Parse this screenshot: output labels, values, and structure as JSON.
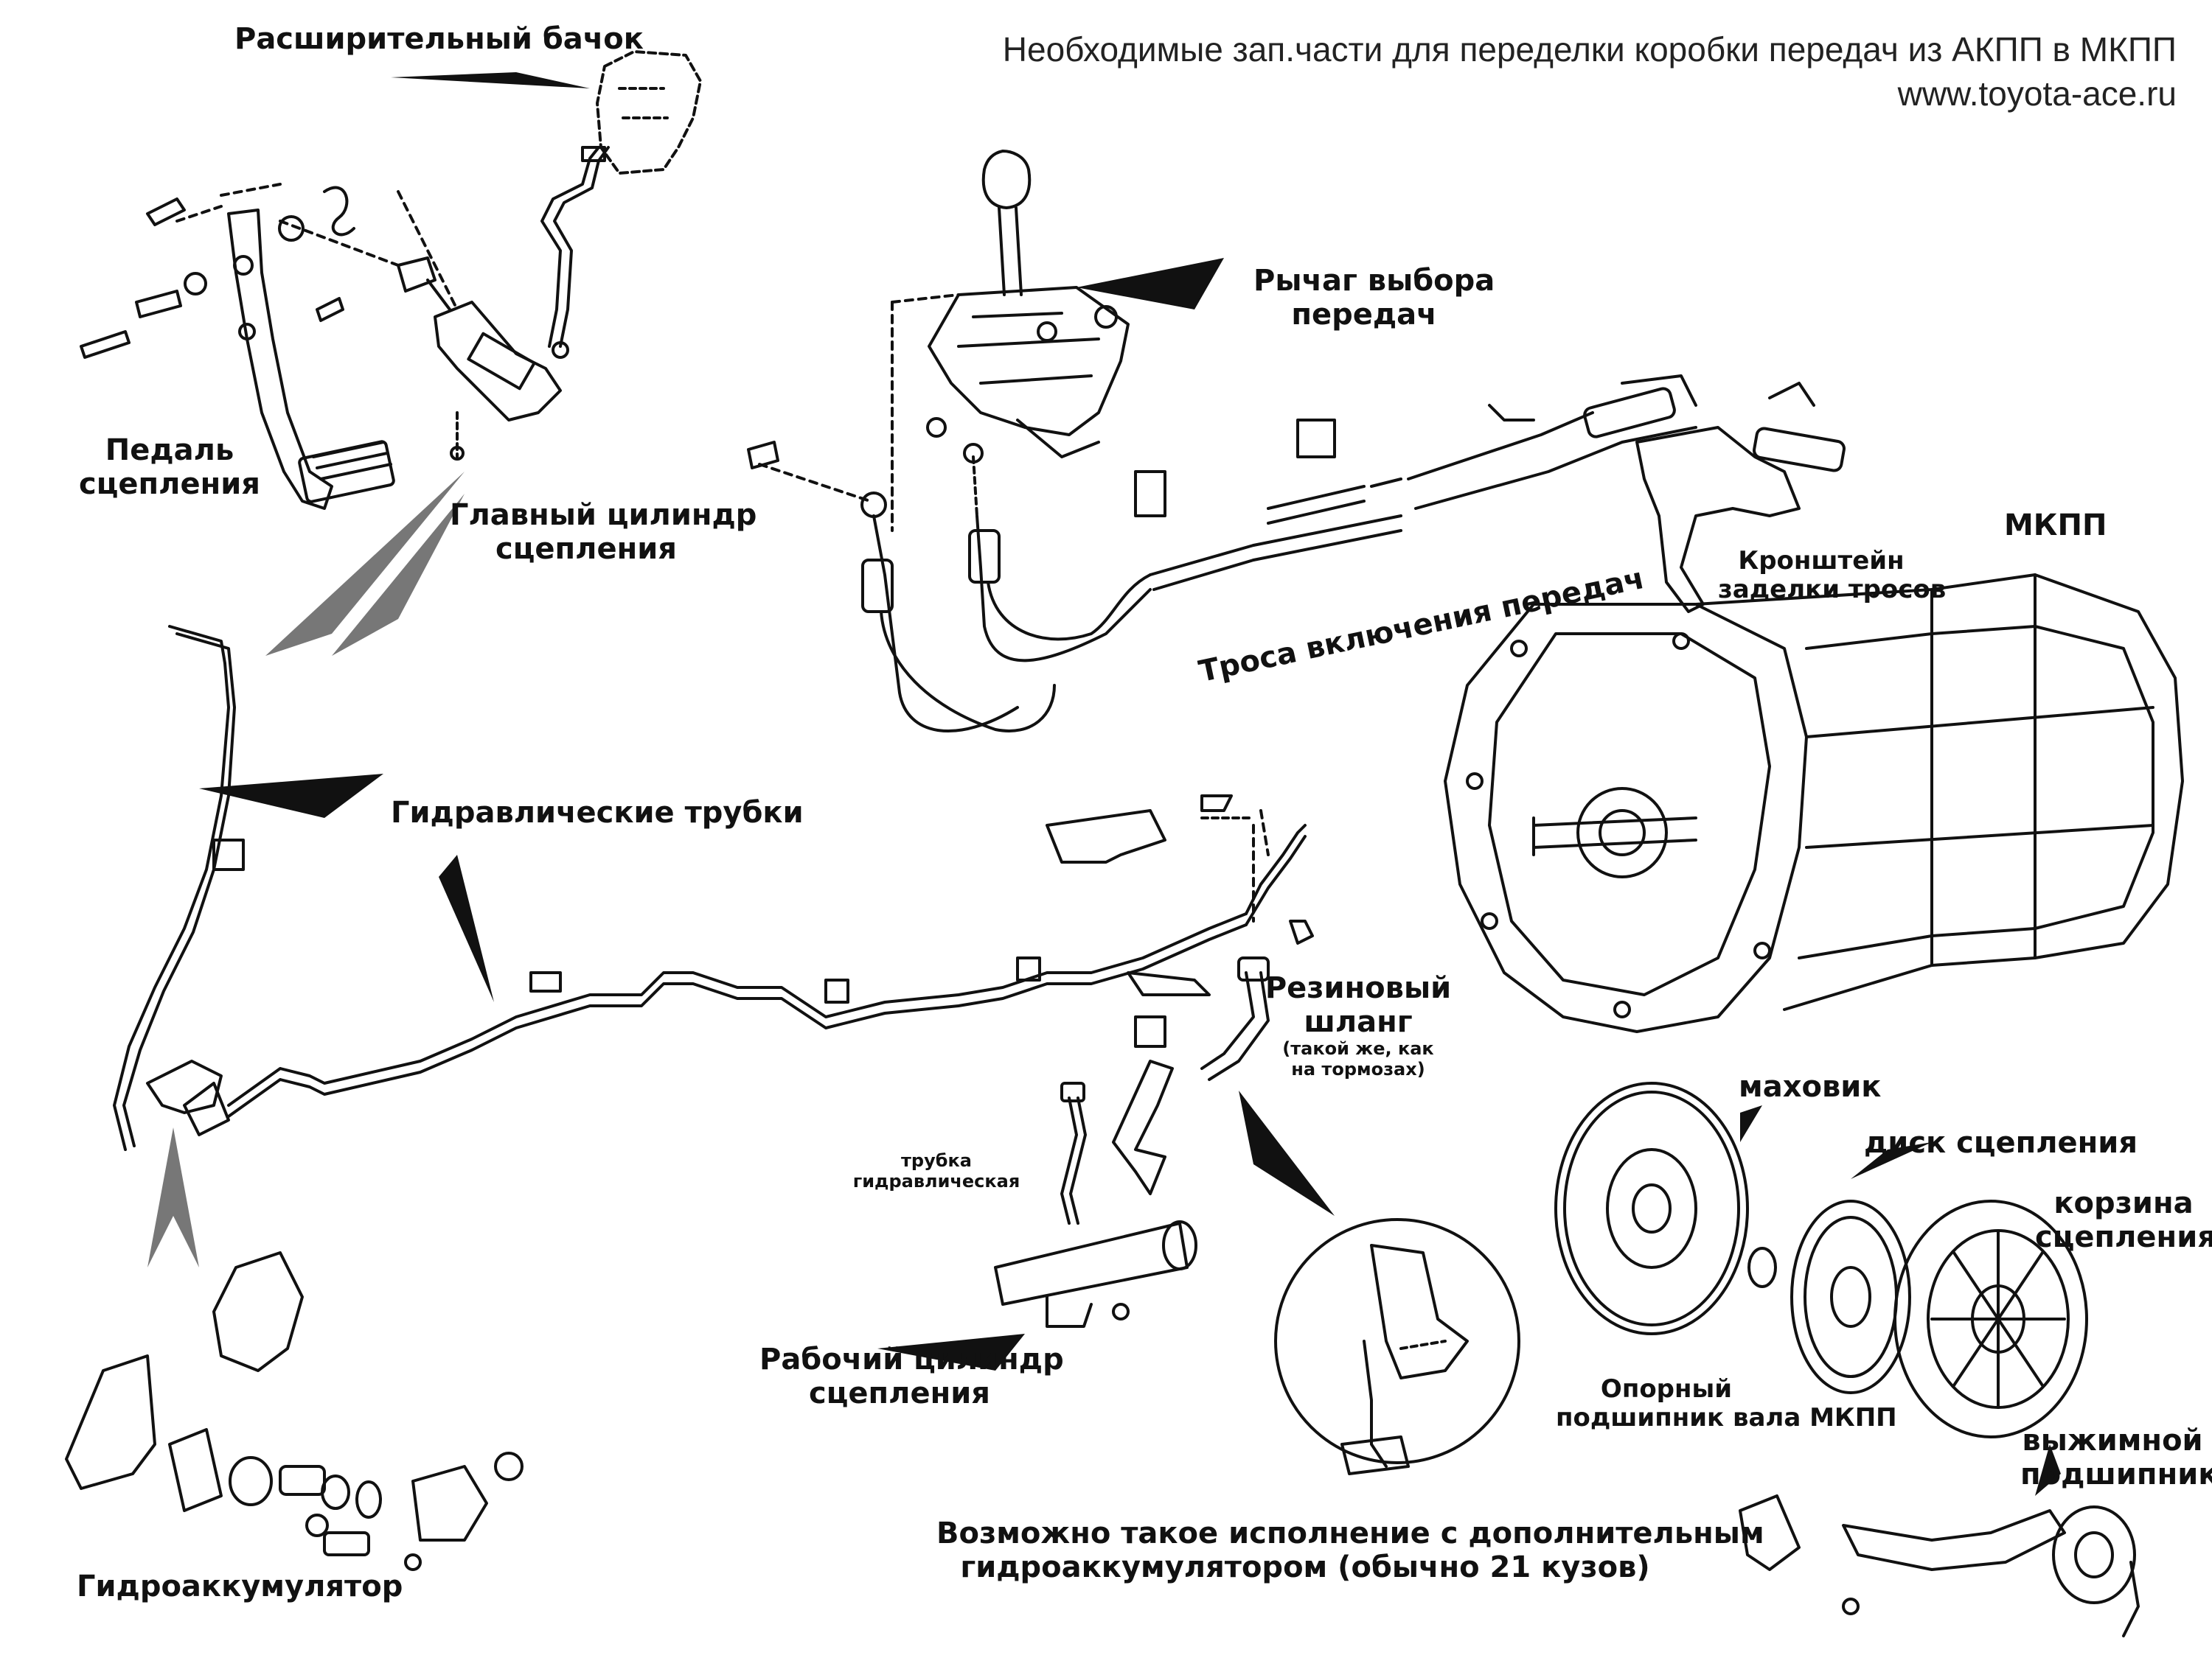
{
  "header": {
    "title": "Необходимые зап.части для переделки коробки передач из АКПП в МКПП",
    "url": "www.toyota-ace.ru"
  },
  "labels": {
    "expansion_tank": "Расширительный бачок",
    "clutch_pedal_1": "Педаль",
    "clutch_pedal_2": "сцепления",
    "master_cylinder_1": "Главный цилиндр",
    "master_cylinder_2": "сцепления",
    "shift_lever_1": "Рычаг выбора",
    "shift_lever_2": "передач",
    "shift_cables": "Троса включения передач",
    "cable_bracket_1": "Кронштейн",
    "cable_bracket_2": "заделки тросов",
    "mt": "МКПП",
    "hydraulic_lines": "Гидравлические трубки",
    "rubber_hose_1": "Резиновый",
    "rubber_hose_2": "шланг",
    "rubber_hose_note_1": "(такой же, как",
    "rubber_hose_note_2": "на тормозах)",
    "hydraulic_tube_1": "трубка",
    "hydraulic_tube_2": "гидравлическая",
    "slave_cylinder_1": "Рабочий цилиндр",
    "slave_cylinder_2": "сцепления",
    "flywheel": "маховик",
    "clutch_disc": "диск сцепления",
    "clutch_cover_1": "корзина",
    "clutch_cover_2": "сцепления",
    "pilot_bearing_1": "Опорный",
    "pilot_bearing_2": "подшипник вала МКПП",
    "release_bearing_1": "выжимной",
    "release_bearing_2": "подшипник",
    "accumulator": "Гидроаккумулятор",
    "variant_note_1": "Возможно такое исполнение с дополнительным",
    "variant_note_2": "гидроаккумулятором (обычно 21 кузов)"
  }
}
